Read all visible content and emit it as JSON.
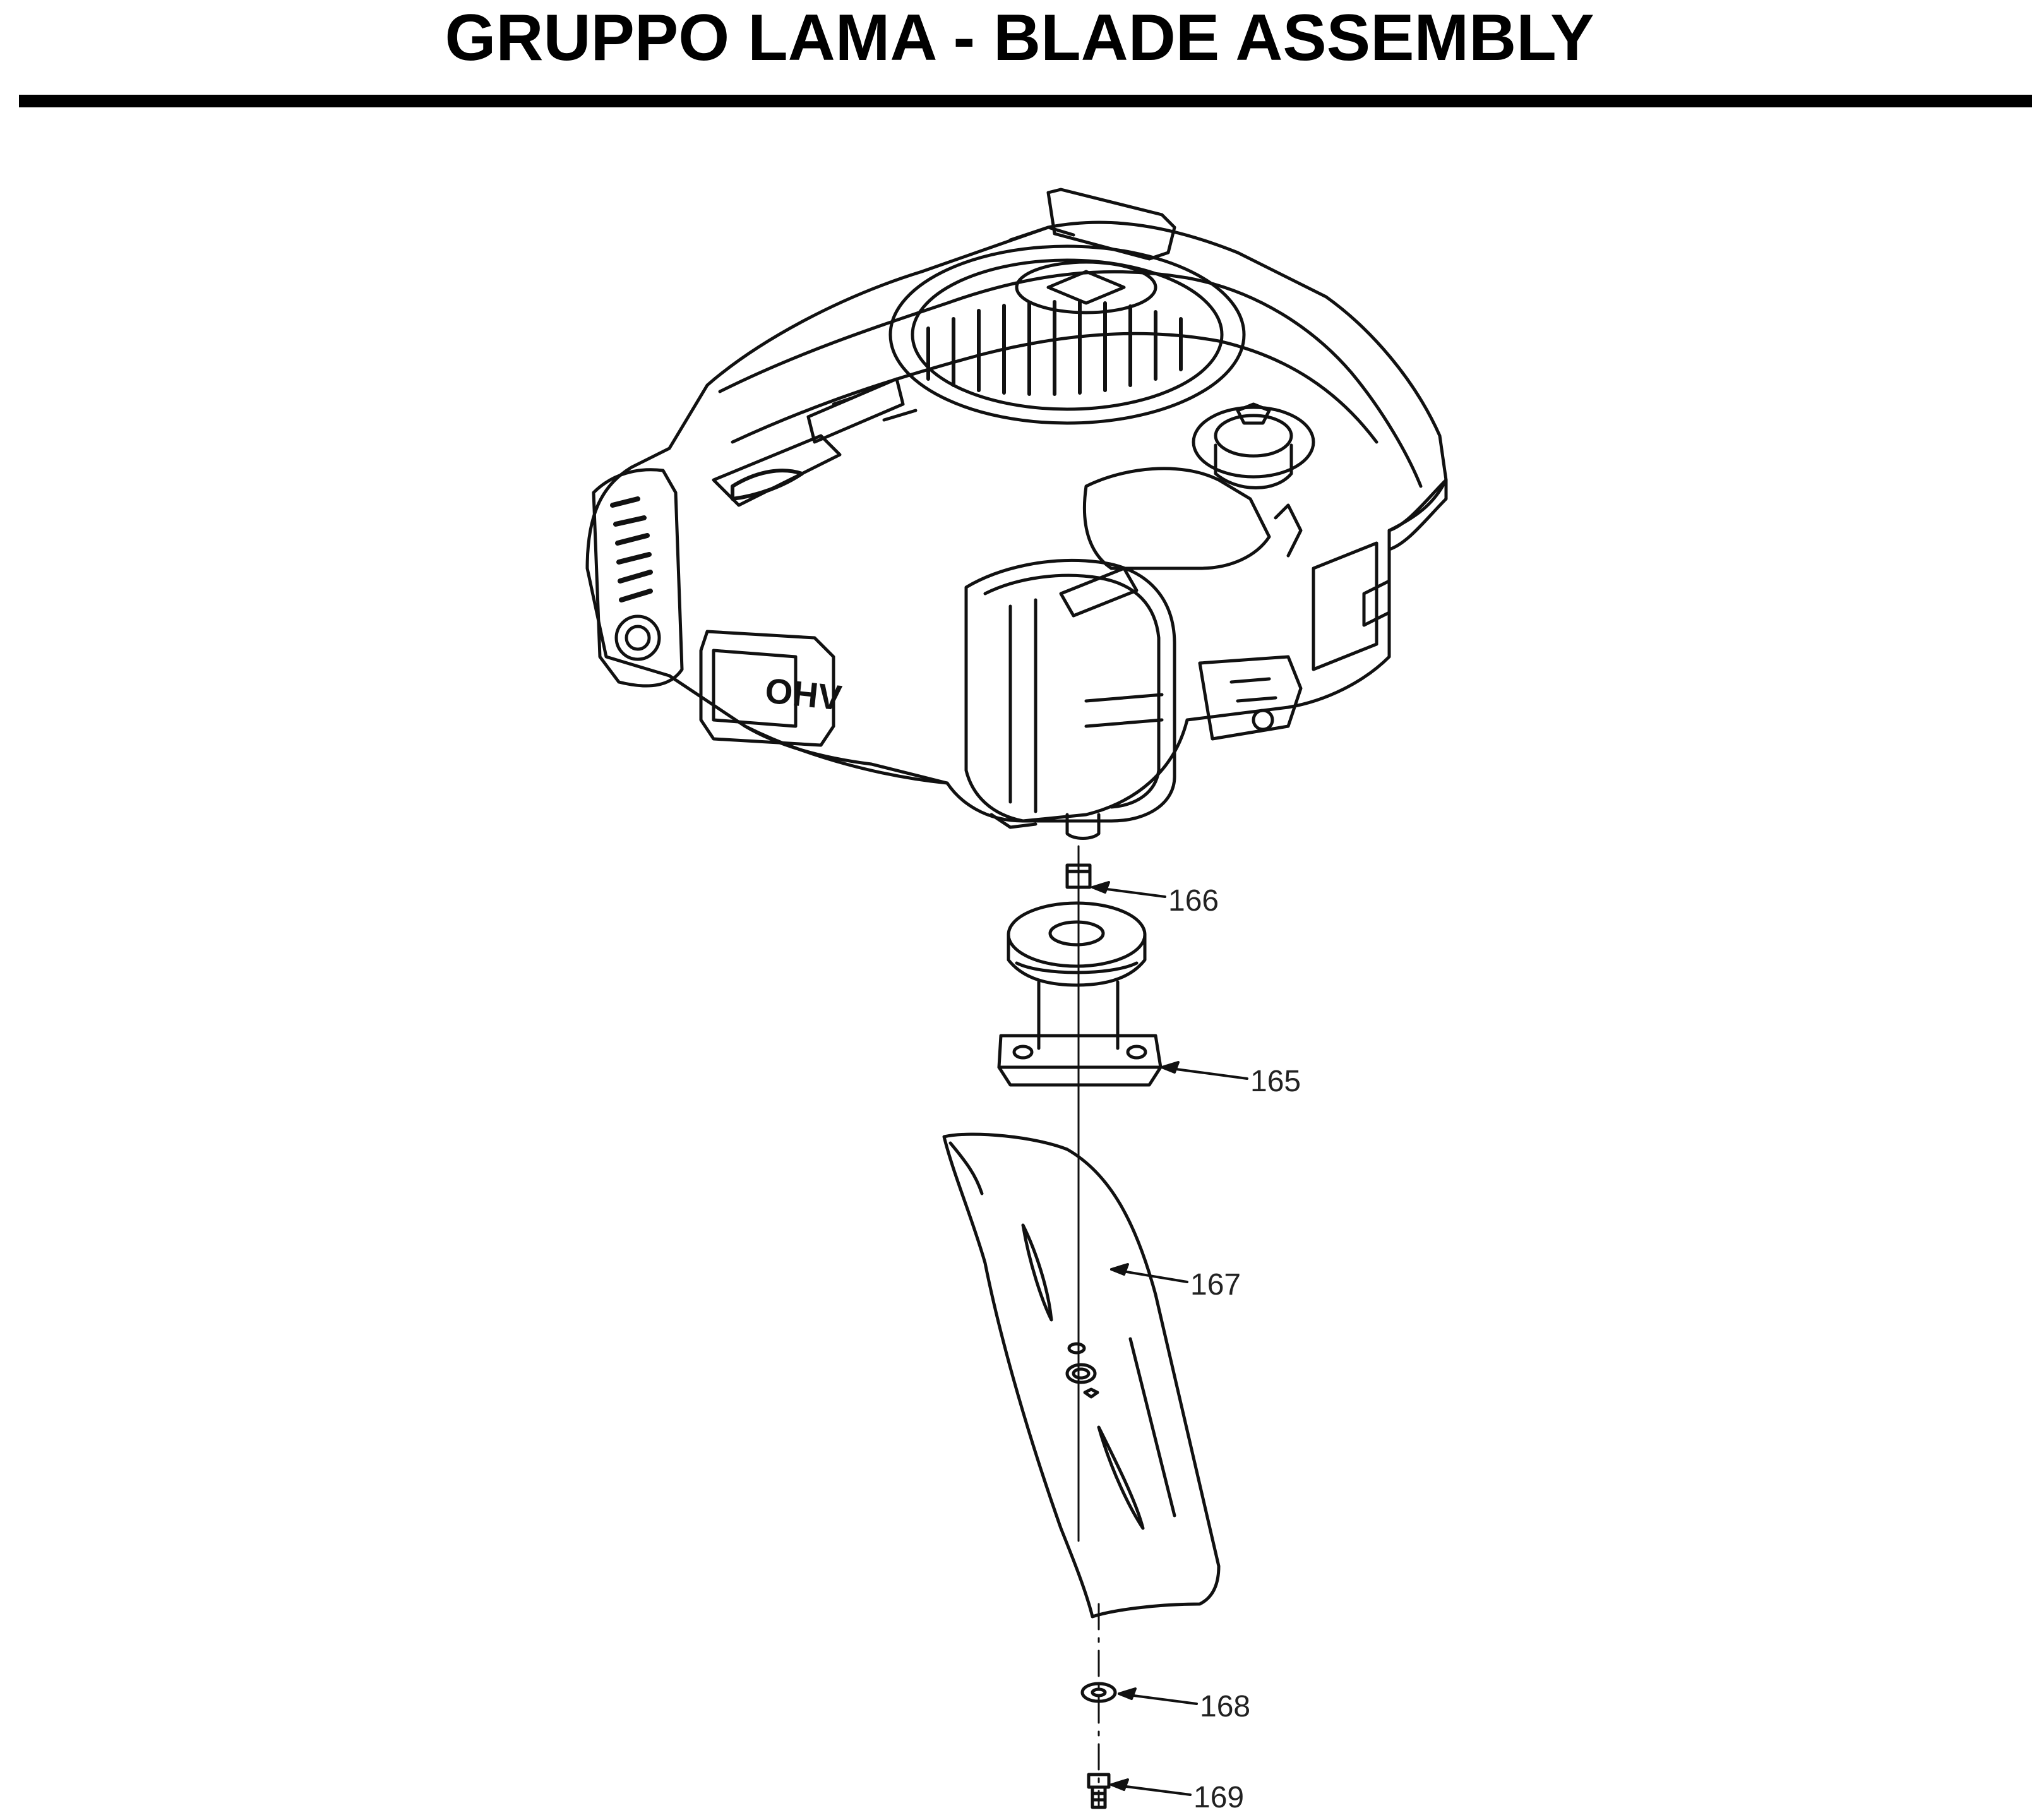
{
  "title": "GRUPPO LAMA - BLADE ASSEMBLY",
  "callouts": [
    {
      "id": "166",
      "label": "166"
    },
    {
      "id": "165",
      "label": "165"
    },
    {
      "id": "167",
      "label": "167"
    },
    {
      "id": "168",
      "label": "168"
    },
    {
      "id": "169",
      "label": "169"
    }
  ],
  "engine_badge": "OHV"
}
